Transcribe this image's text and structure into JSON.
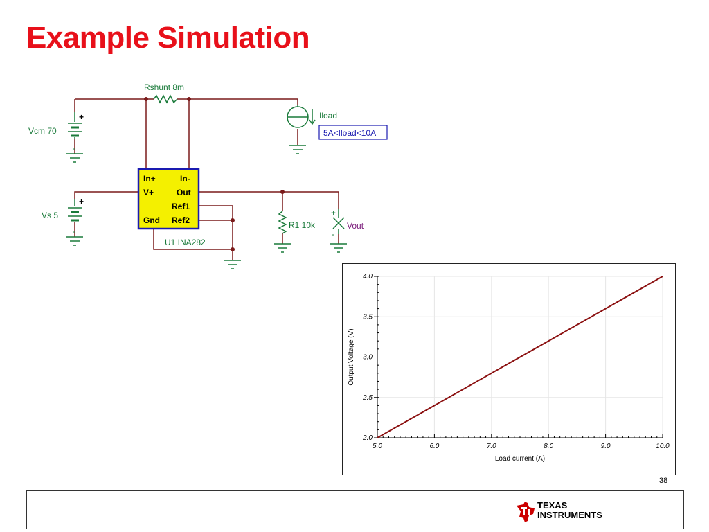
{
  "title": "Example Simulation",
  "page_number": "38",
  "brand": {
    "line1": "Texas",
    "line2": "Instruments",
    "logo_color": "#cc0000"
  },
  "colors": {
    "title": "#e8101a",
    "wire": "#7a1a1a",
    "component": "#1a7a3a",
    "ic_fill": "#f4f000",
    "ic_border": "#1a1ab0",
    "trace": "#8b1010"
  },
  "schematic": {
    "rshunt": "Rshunt 8m",
    "vcm": "Vcm 70",
    "vs": "Vs 5",
    "iload": "Iload",
    "iload_range": "5A<Iload<10A",
    "r1": "R1 10k",
    "vout": "Vout",
    "u1": "U1 INA282",
    "plus": "+",
    "minus": "-",
    "pins": {
      "in_plus": "In+",
      "in_minus": "In-",
      "v_plus": "V+",
      "out": "Out",
      "ref1": "Ref1",
      "gnd": "Gnd",
      "ref2": "Ref2"
    }
  },
  "chart_data": {
    "type": "line",
    "xlabel": "Load current (A)",
    "ylabel": "Output Voltage (V)",
    "xlim": [
      5.0,
      10.0
    ],
    "ylim": [
      2.0,
      4.0
    ],
    "xticks": [
      "5.0",
      "6.0",
      "7.0",
      "8.0",
      "9.0",
      "10.0"
    ],
    "yticks": [
      "2.0",
      "2.5",
      "3.0",
      "3.5",
      "4.0"
    ],
    "grid": true,
    "series": [
      {
        "x": [
          5.0,
          6.0,
          7.0,
          8.0,
          9.0,
          10.0
        ],
        "y": [
          2.0,
          2.4,
          2.8,
          3.2,
          3.6,
          4.0
        ]
      }
    ]
  }
}
